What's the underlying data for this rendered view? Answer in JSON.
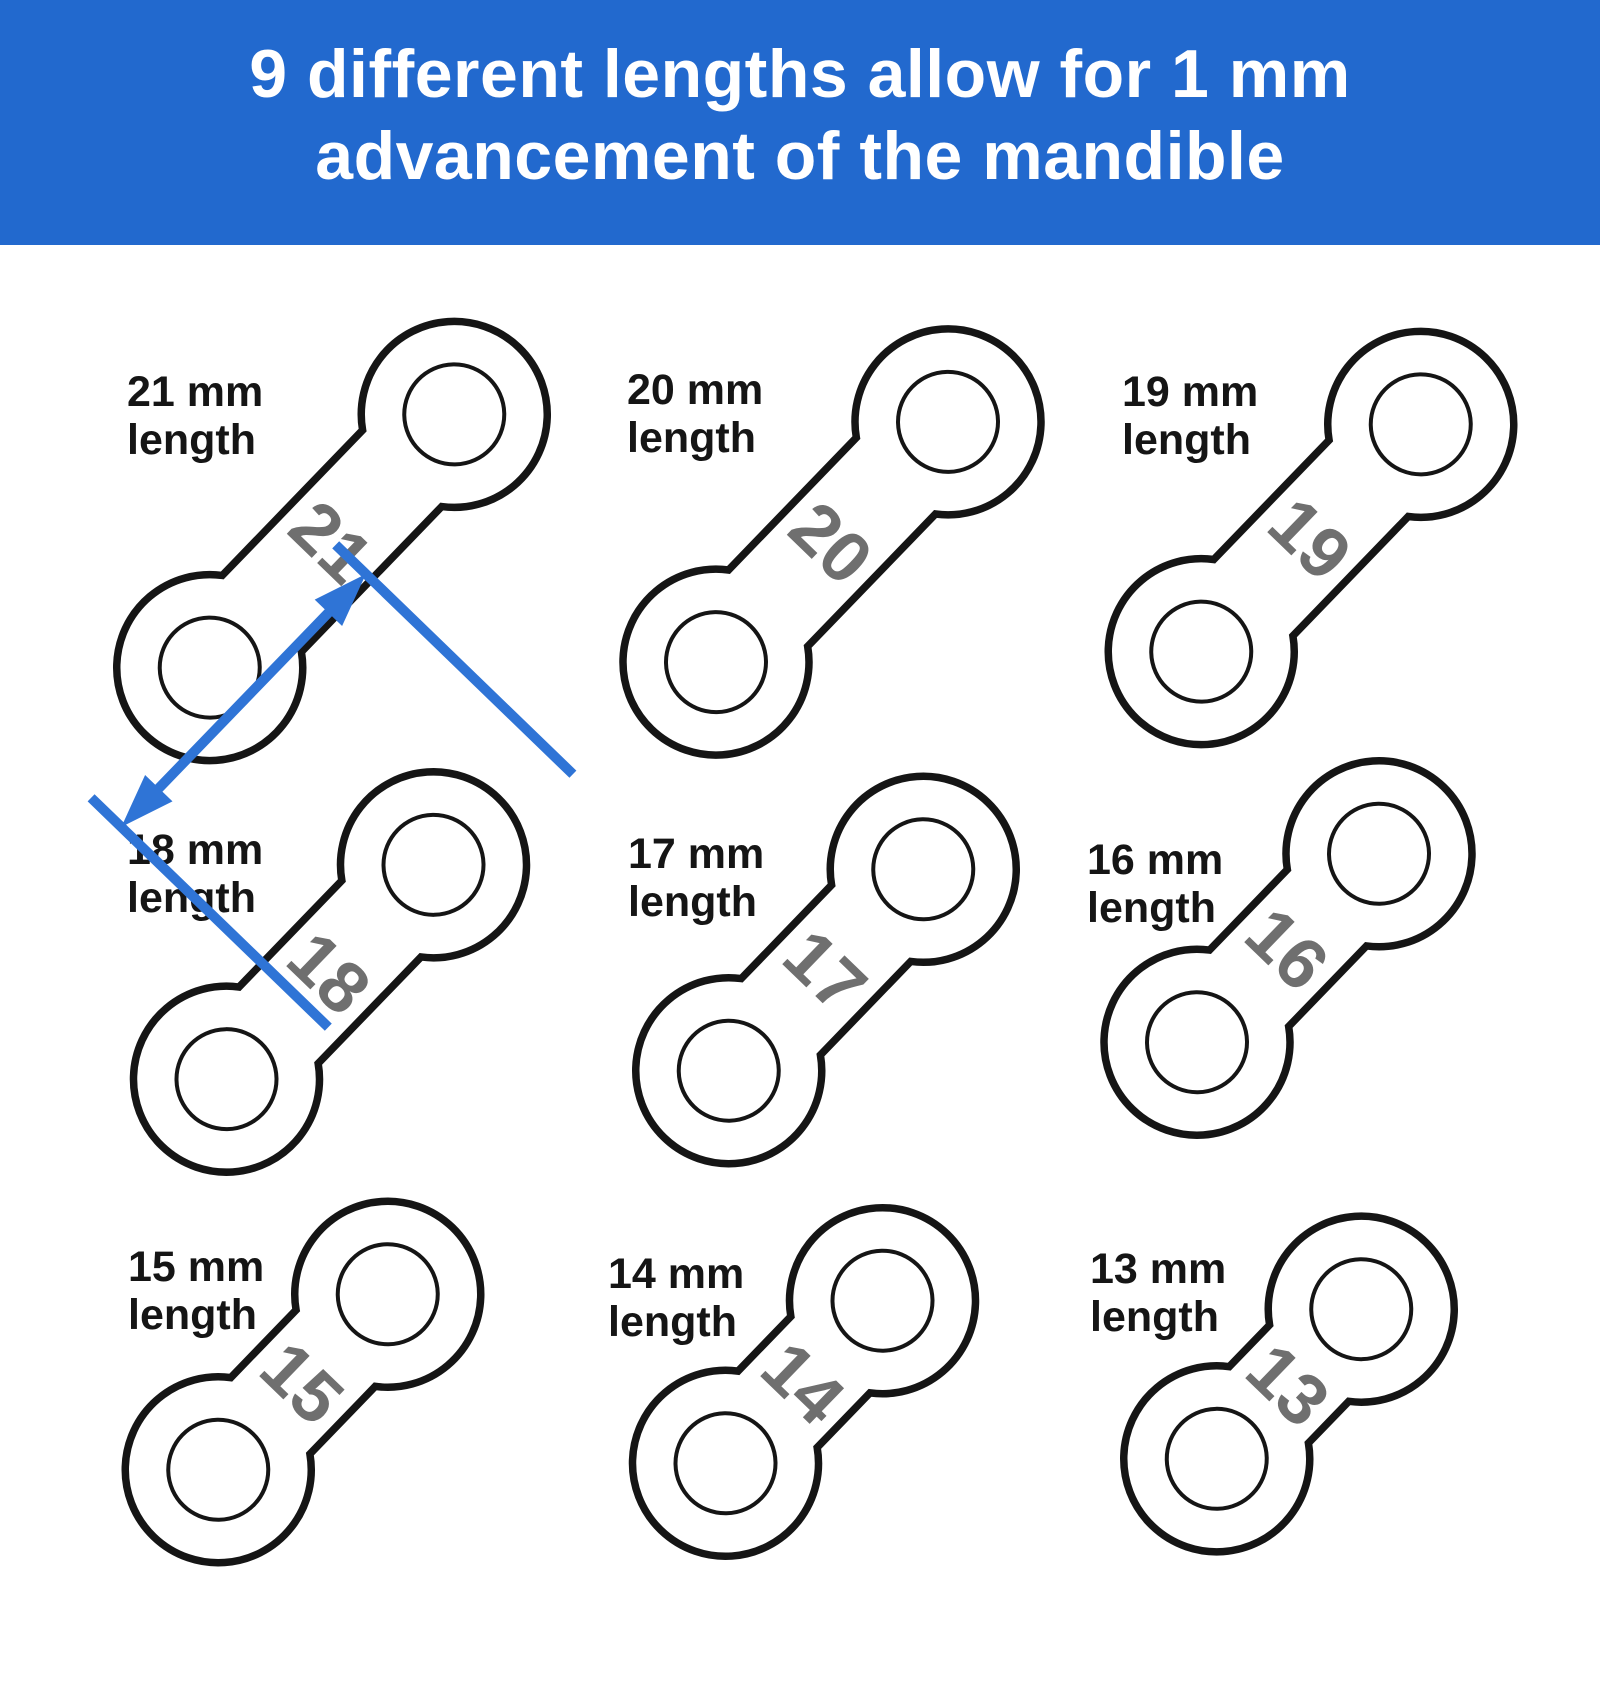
{
  "header": {
    "line1": "9 different lengths allow for 1 mm",
    "line2": "advancement of the mandible"
  },
  "items": [
    {
      "label_line1": "21 mm",
      "label_line2": "length",
      "number": "21",
      "has_measurement_arrow": true
    },
    {
      "label_line1": "20 mm",
      "label_line2": "length",
      "number": "20",
      "has_measurement_arrow": false
    },
    {
      "label_line1": "19 mm",
      "label_line2": "length",
      "number": "19",
      "has_measurement_arrow": false
    },
    {
      "label_line1": "18 mm",
      "label_line2": "length",
      "number": "18",
      "has_measurement_arrow": false
    },
    {
      "label_line1": "17 mm",
      "label_line2": "length",
      "number": "17",
      "has_measurement_arrow": false
    },
    {
      "label_line1": "16 mm",
      "label_line2": "length",
      "number": "16",
      "has_measurement_arrow": false
    },
    {
      "label_line1": "15 mm",
      "label_line2": "length",
      "number": "15",
      "has_measurement_arrow": false
    },
    {
      "label_line1": "14 mm",
      "label_line2": "length",
      "number": "14",
      "has_measurement_arrow": false
    },
    {
      "label_line1": "13 mm",
      "label_line2": "length",
      "number": "13",
      "has_measurement_arrow": false
    }
  ],
  "colors": {
    "header_background": "#2269ce",
    "header_text": "#ffffff",
    "outline_black": "#151515",
    "number_gray": "#6f6f6f",
    "arrow_blue": "#2f74d6"
  }
}
